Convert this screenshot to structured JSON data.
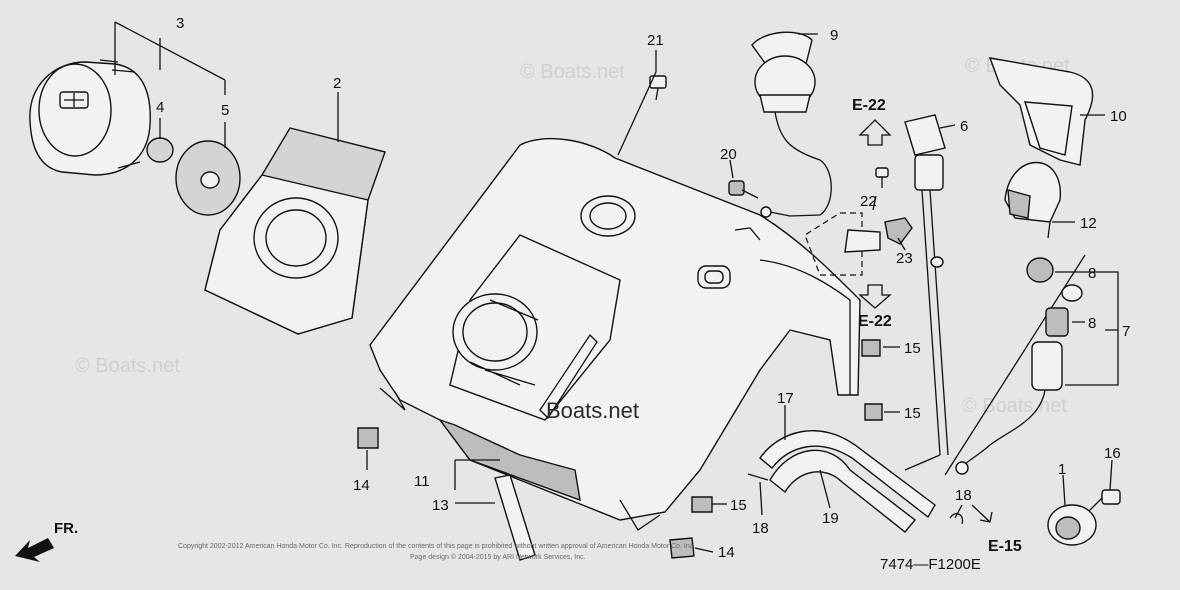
{
  "callouts": {
    "c1": "1",
    "c2": "2",
    "c3": "3",
    "c4": "4",
    "c5": "5",
    "c6": "6",
    "c7": "7",
    "c8a": "8",
    "c8b": "8",
    "c9": "9",
    "c10": "10",
    "c11": "11",
    "c12": "12",
    "c13": "13",
    "c14a": "14",
    "c14b": "14",
    "c15a": "15",
    "c15b": "15",
    "c15c": "15",
    "c16": "16",
    "c17": "17",
    "c18a": "18",
    "c18b": "18",
    "c19": "19",
    "c20": "20",
    "c21": "21",
    "c22": "22",
    "c23": "23"
  },
  "refs": {
    "up": "E-22",
    "down": "E-22",
    "bottom": "E-15"
  },
  "direction": "FR.",
  "watermarks": {
    "w1": "© Boats.net",
    "w2": "© Boats.net",
    "w3": "© Boats.net",
    "w4": "© Boats.net",
    "center": "Boats.net"
  },
  "figure_code": "7474—F1200E",
  "copyright": {
    "line1": "Copyright 2002-2012 American Honda Motor Co. Inc. Reproduction of the contents of this page is prohibited without written approval of American Honda Motor Co. Inc.",
    "line2": "Page design © 2004-2015 by ARI Network Services, Inc."
  }
}
